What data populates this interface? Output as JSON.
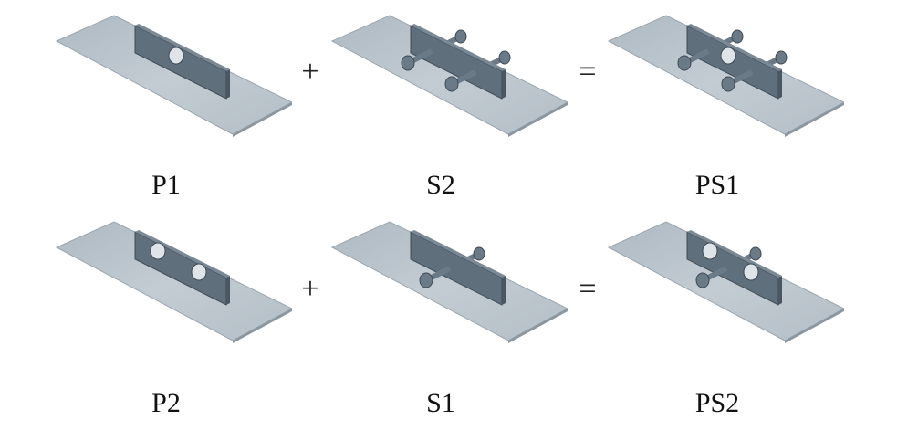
{
  "panels": [
    {
      "label": "P1",
      "holes": 1,
      "bolts": 0
    },
    {
      "label": "S2",
      "holes": 0,
      "bolts": 2
    },
    {
      "label": "PS1",
      "holes": 1,
      "bolts": 2
    },
    {
      "label": "P2",
      "holes": 2,
      "bolts": 0
    },
    {
      "label": "S1",
      "holes": 0,
      "bolts": 1
    },
    {
      "label": "PS2",
      "holes": 2,
      "bolts": 1
    }
  ],
  "operators": {
    "plus": "+",
    "equals": "="
  },
  "colors": {
    "base": "#c3ccd3",
    "upright": "#5f6f7c",
    "bolt": "#6b7a87"
  }
}
